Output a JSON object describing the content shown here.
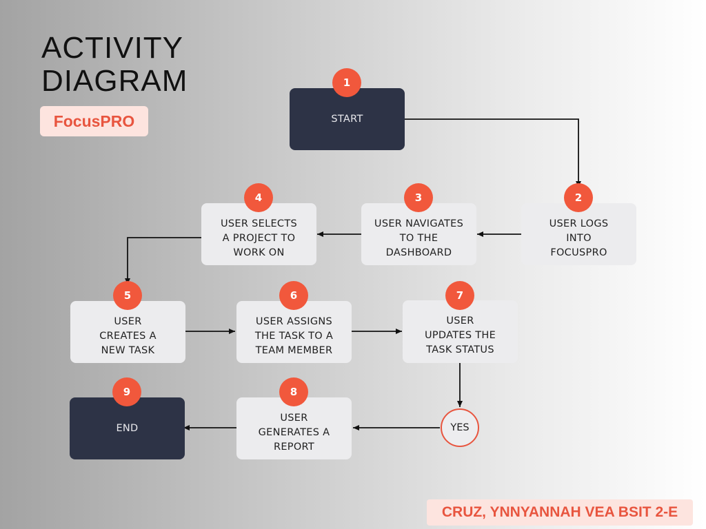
{
  "header": {
    "title_line1": "ACTIVITY",
    "title_line2": "DIAGRAM",
    "subtitle": "FocusPRO"
  },
  "nodes": [
    {
      "number": "1",
      "label": "START"
    },
    {
      "number": "2",
      "label": "USER LOGS\nINTO\nFOCUSPRO"
    },
    {
      "number": "3",
      "label": "USER NAVIGATES\nTO THE\nDASHBOARD"
    },
    {
      "number": "4",
      "label": "USER SELECTS\nA PROJECT TO\nWORK ON"
    },
    {
      "number": "5",
      "label": "USER\nCREATES A\nNEW TASK"
    },
    {
      "number": "6",
      "label": "USER ASSIGNS\nTHE TASK TO A\nTEAM MEMBER"
    },
    {
      "number": "7",
      "label": "USER\nUPDATES THE\nTASK STATUS"
    },
    {
      "number": "8",
      "label": "USER\nGENERATES A\nREPORT"
    },
    {
      "number": "9",
      "label": "END"
    }
  ],
  "decision": {
    "label": "YES"
  },
  "footer": {
    "author": "CRUZ, YNNYANNAH VEA BSIT 2-E"
  },
  "colors": {
    "badge": "#f1583c",
    "dark_node": "#2d3346",
    "light_node": "#ececee",
    "accent_text": "#e8553f",
    "label_bg": "#fde4df"
  }
}
